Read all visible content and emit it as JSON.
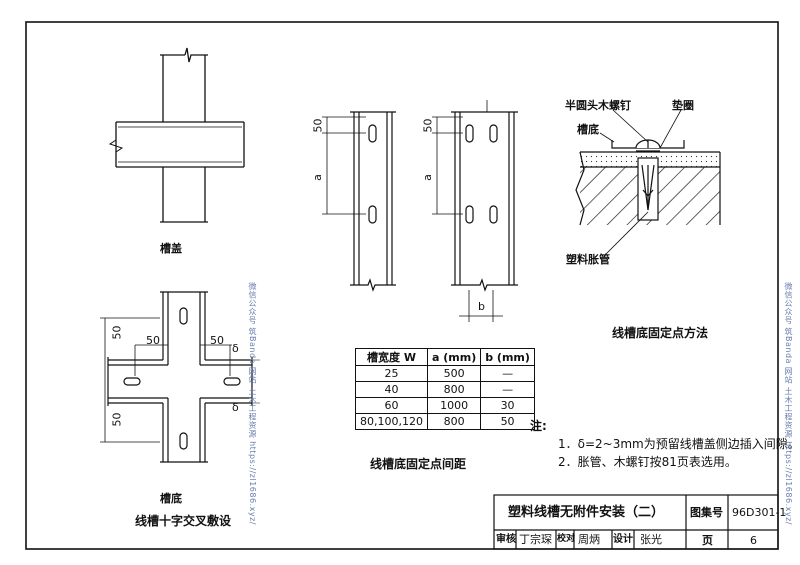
{
  "figures": {
    "cover_label": "槽盖",
    "base_label": "槽底",
    "cross_layout_title": "线槽十字交叉敷设",
    "fixing_spacing_title": "线槽底固定点间距",
    "fixing_method_title": "线槽底固定点方法",
    "dim_50": "50",
    "dim_a": "a",
    "dim_b": "b",
    "dim_delta": "δ"
  },
  "fixing_method": {
    "screw_label": "半圆头木螺钉",
    "washer_label": "垫圈",
    "base_label": "槽底",
    "anchor_label": "塑料胀管"
  },
  "spec_table": {
    "headers": [
      "槽宽度 W",
      "a (mm)",
      "b (mm)"
    ],
    "rows": [
      [
        "25",
        "500",
        "—"
      ],
      [
        "40",
        "800",
        "—"
      ],
      [
        "60",
        "1000",
        "30"
      ],
      [
        "80,100,120",
        "800",
        "50"
      ]
    ]
  },
  "notes": {
    "heading": "注:",
    "items": [
      "1．δ=2~3mm为预留线槽盖侧边插入间隙。",
      "2．胀管、木螺钉按81页表选用。"
    ]
  },
  "title_block": {
    "title": "塑料线槽无附件安装（二）",
    "atlas_no_label": "图集号",
    "atlas_no": "96D301-1",
    "review_label": "审核",
    "reviewer": "丁宗琛",
    "check_label": "校对",
    "checker": "周炳",
    "design_label": "设计",
    "designer": "张光",
    "page_label": "页",
    "page_no": "6"
  },
  "watermarks": {
    "left": "微信公众号 筑Banda 网站 土木工程资源 https://zl1686.xyz/",
    "right": "微信公众号 筑Banda 网站 土木工程资源 https://zl1686.xyz/"
  }
}
